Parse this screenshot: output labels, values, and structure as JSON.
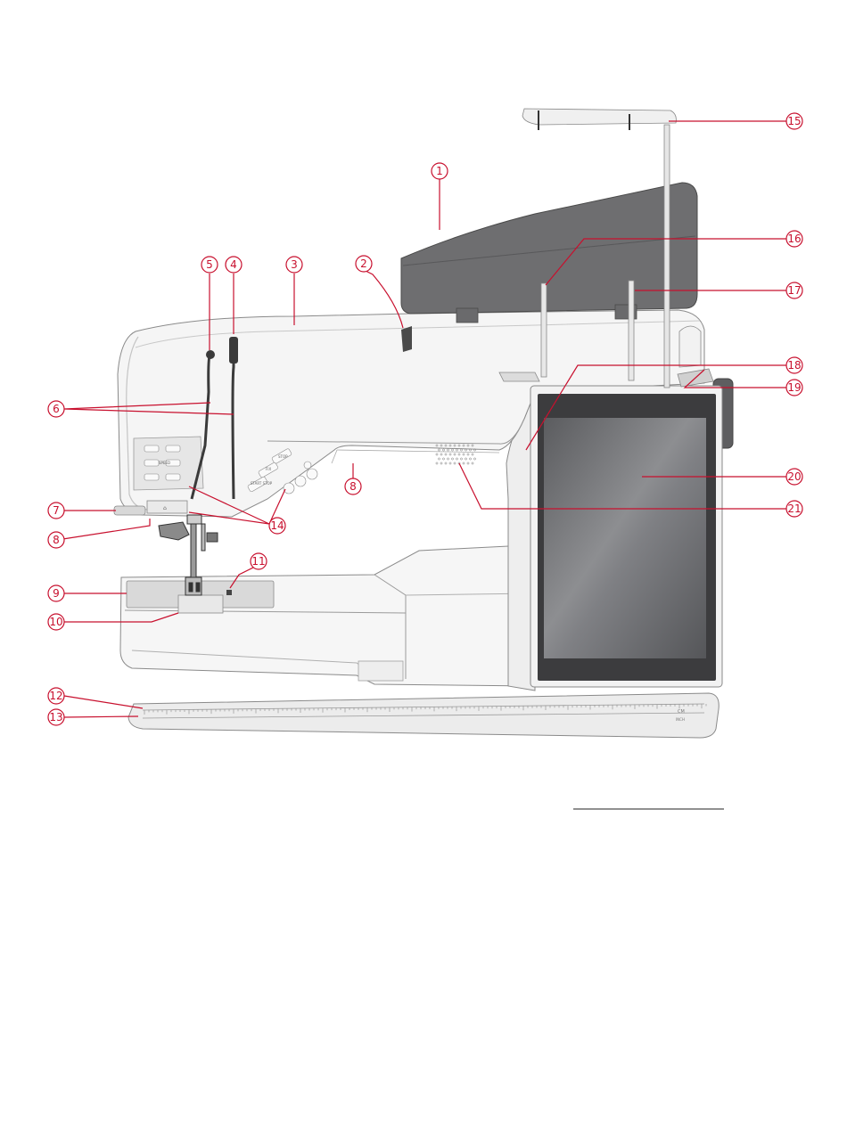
{
  "colors": {
    "accent": "#c8102e",
    "machine_body": "#f4f4f4",
    "machine_outline": "#8a8a8a",
    "lid": "#6e6e70",
    "screen": "#7a7b7e"
  },
  "callouts": [
    {
      "id": "1",
      "text": "1"
    },
    {
      "id": "2",
      "text": "2"
    },
    {
      "id": "3",
      "text": "3"
    },
    {
      "id": "4",
      "text": "4"
    },
    {
      "id": "5",
      "text": "5"
    },
    {
      "id": "6",
      "text": "6"
    },
    {
      "id": "7",
      "text": "7"
    },
    {
      "id": "8a",
      "text": "8"
    },
    {
      "id": "8b",
      "text": "8"
    },
    {
      "id": "9",
      "text": "9"
    },
    {
      "id": "10",
      "text": "10"
    },
    {
      "id": "11",
      "text": "11"
    },
    {
      "id": "12",
      "text": "12"
    },
    {
      "id": "13",
      "text": "13"
    },
    {
      "id": "14",
      "text": "14"
    },
    {
      "id": "15",
      "text": "15"
    },
    {
      "id": "16",
      "text": "16"
    },
    {
      "id": "17",
      "text": "17"
    },
    {
      "id": "18",
      "text": "18"
    },
    {
      "id": "19",
      "text": "19"
    },
    {
      "id": "20",
      "text": "20"
    },
    {
      "id": "21",
      "text": "21"
    }
  ],
  "panel_labels": {
    "speed": "SPEED",
    "stop": "STOP",
    "fix": "FIX",
    "start_stop": "START STOP"
  },
  "ruler": {
    "unit_cm": "CM",
    "unit_in": "INCH"
  }
}
